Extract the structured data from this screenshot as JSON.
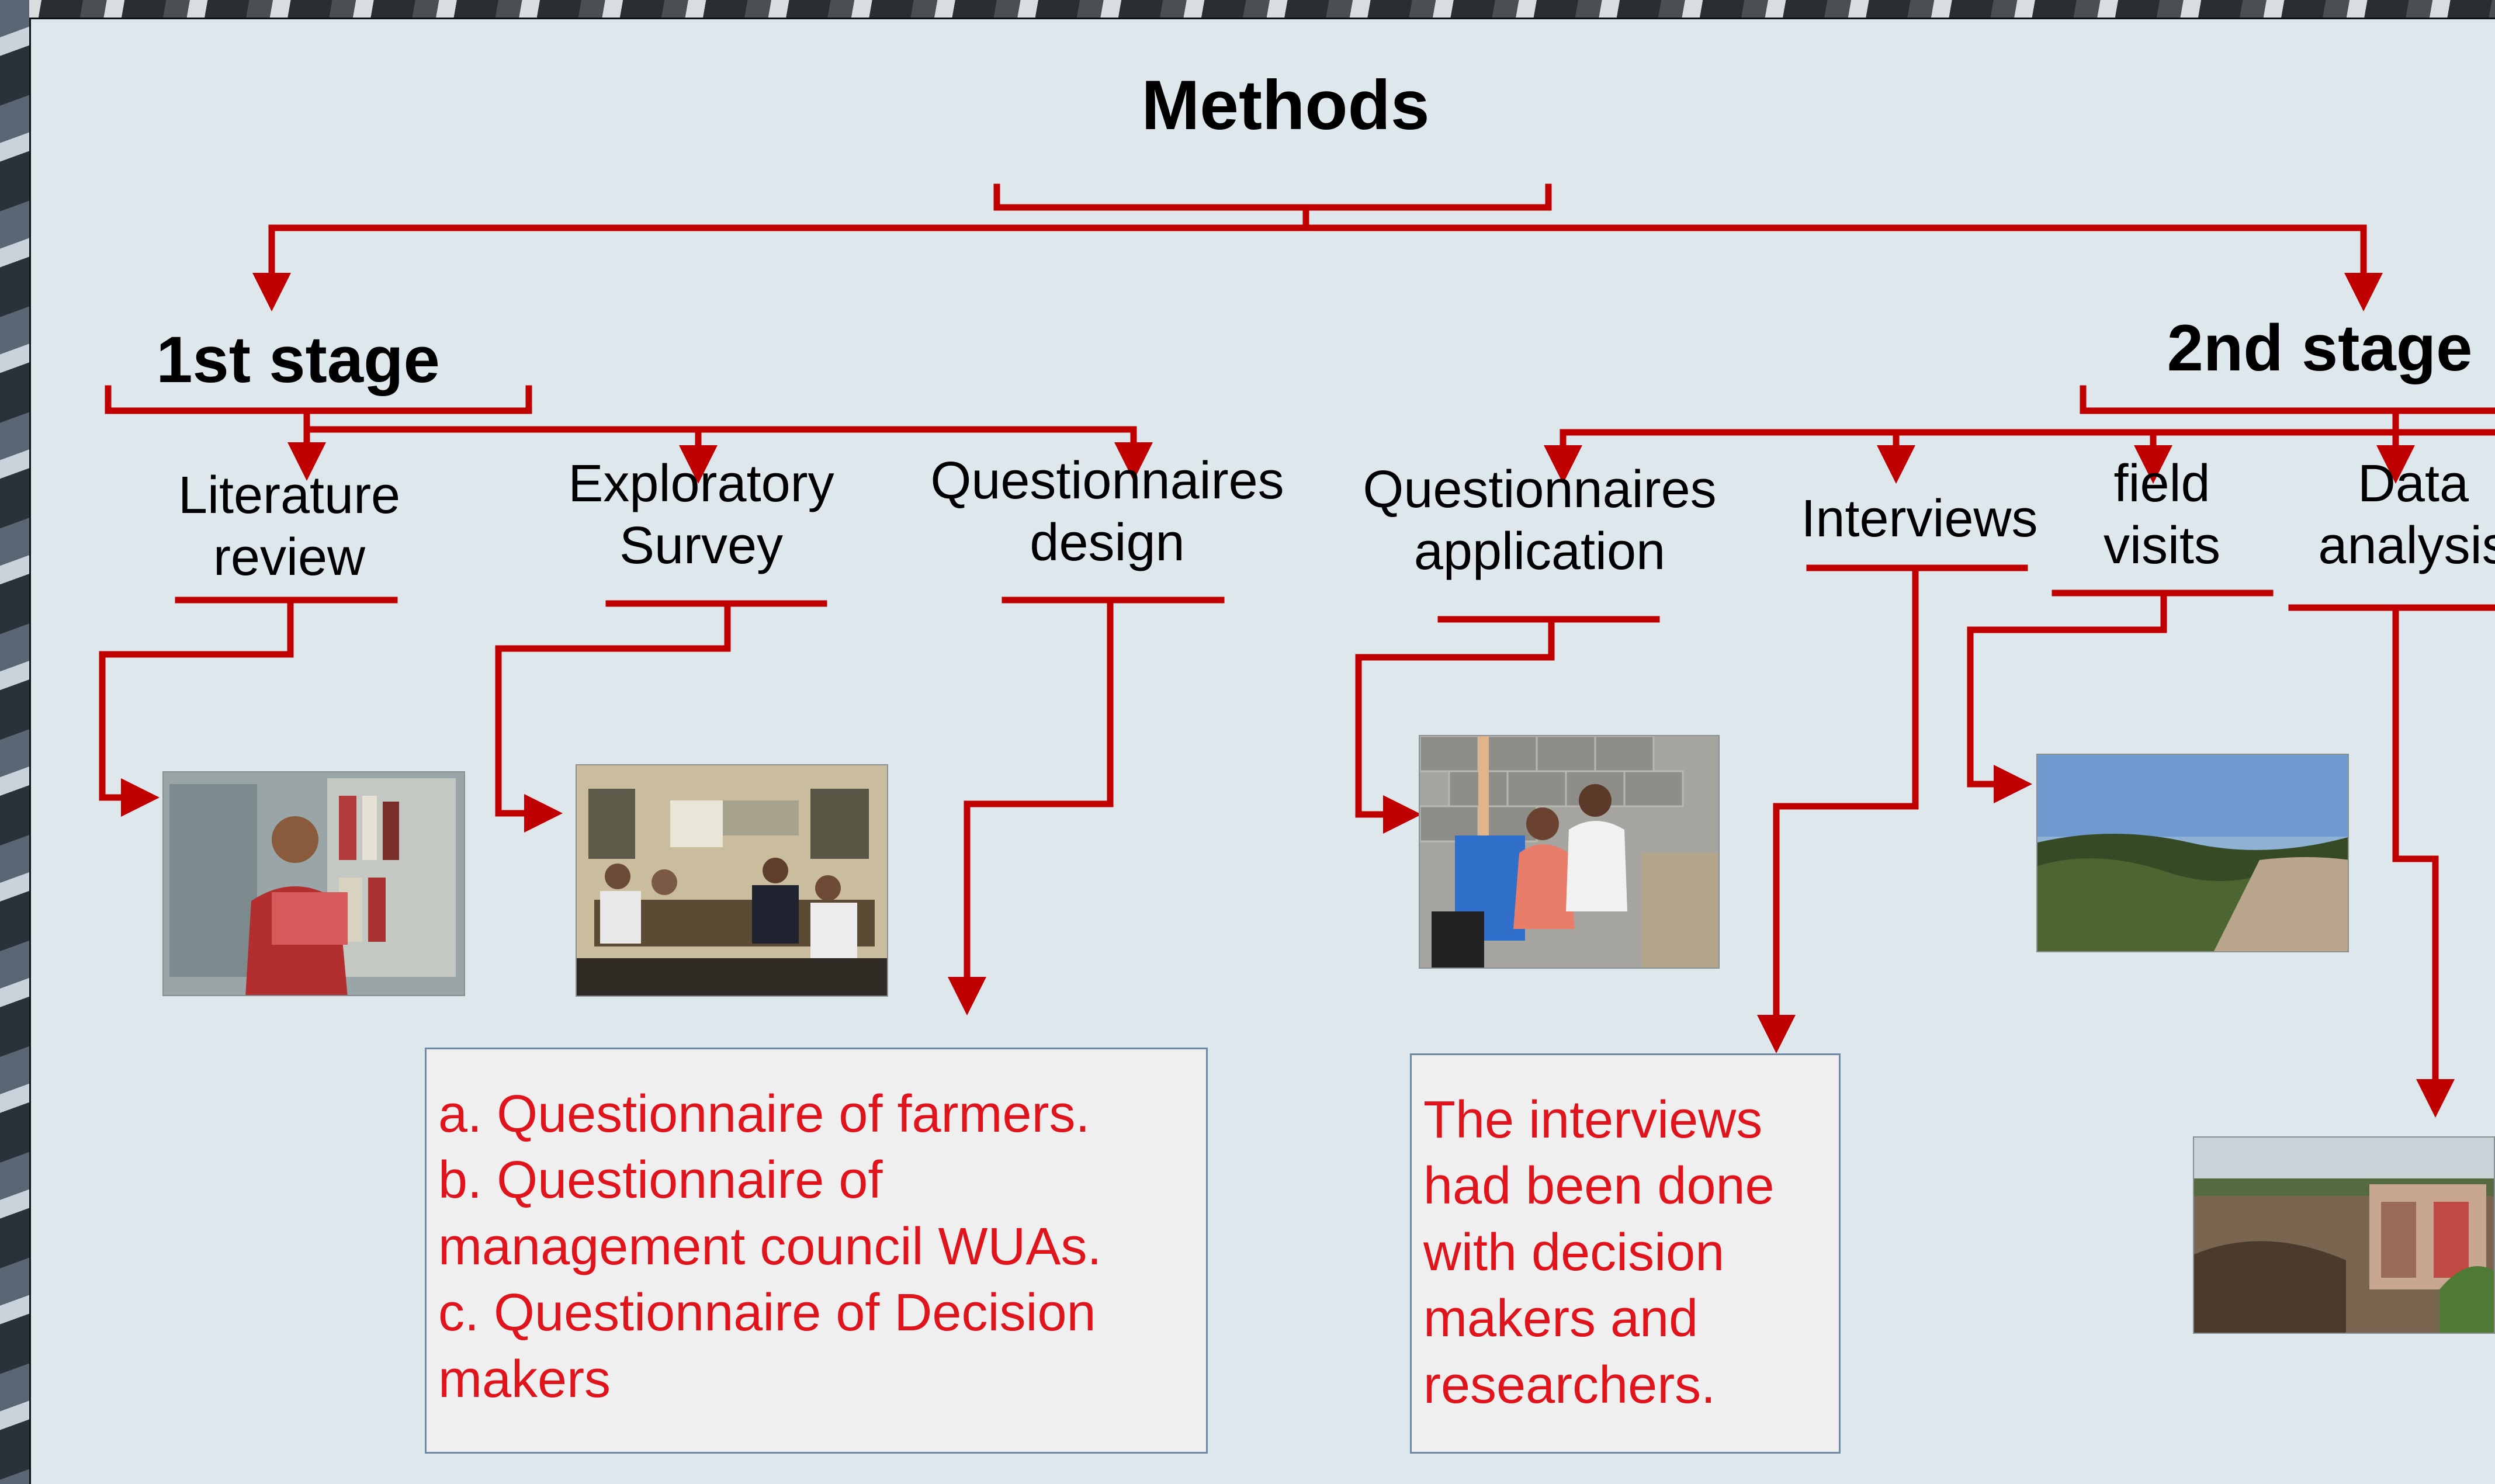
{
  "title": "Methods",
  "stages": {
    "first": "1st stage",
    "second": "2nd stage"
  },
  "nodes": {
    "literature_review": [
      "Literature",
      "review"
    ],
    "exploratory_survey": [
      "Exploratory",
      "Survey"
    ],
    "questionnaires_design": [
      "Questionnaires",
      "design"
    ],
    "questionnaires_application": [
      "Questionnaires",
      "application"
    ],
    "interviews": [
      "Interviews"
    ],
    "field_visits": [
      "field",
      "visits"
    ],
    "data_analysis": [
      "Data",
      "analysis"
    ]
  },
  "notes": {
    "questionnaires": [
      "a.    Questionnaire of farmers.",
      "b. Questionnaire of",
      "management council WUAs.",
      "c. Questionnaire of Decision",
      "makers"
    ],
    "interviews": [
      "The interviews",
      "had been done",
      "with decision",
      "makers and",
      "researchers."
    ]
  },
  "colors": {
    "connector": "#c00000",
    "note_text": "#e0141c",
    "panel": "#dde7ec"
  },
  "photos": [
    "person-reading-photo",
    "meeting-photo",
    "interview-photo",
    "field-photo",
    "site-photo"
  ]
}
